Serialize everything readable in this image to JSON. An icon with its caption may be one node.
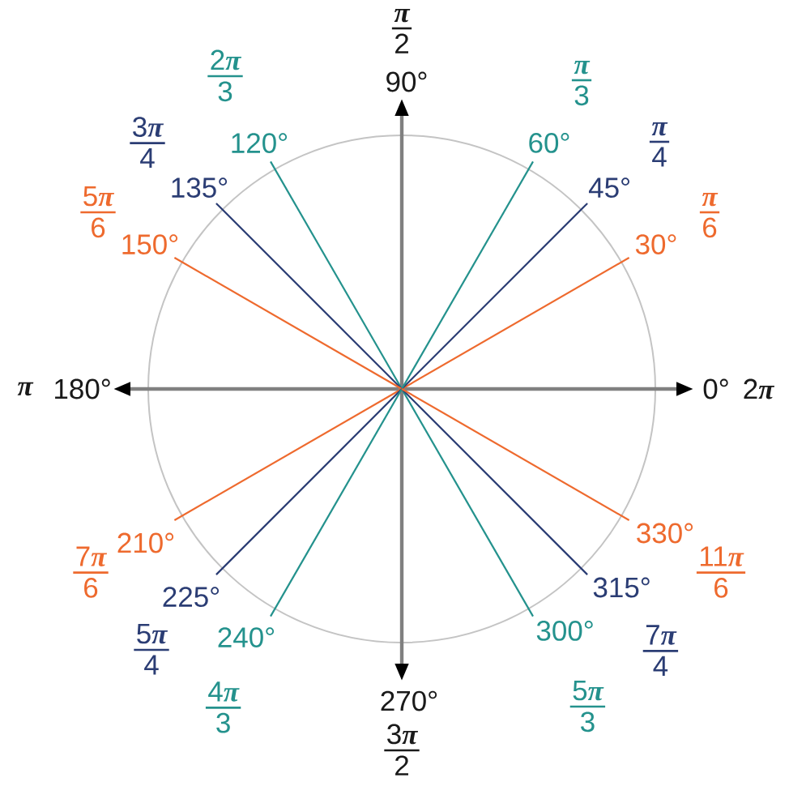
{
  "diagram": {
    "labels": [
      "π",
      "2",
      "2π",
      "3",
      "90°",
      "π",
      "3",
      "3π",
      "4",
      "120°",
      "60°",
      "π",
      "4",
      "135°",
      "45°",
      "5π",
      "6",
      "π",
      "6",
      "150°",
      "30°",
      "π",
      "180°",
      "0°",
      "2π",
      "210°",
      "330°",
      "7π",
      "6",
      "11π",
      "6",
      "225°",
      "315°",
      "5π",
      "4",
      "240°",
      "300°",
      "7π",
      "4",
      "4π",
      "3",
      "270°",
      "5π",
      "3",
      "3π",
      "2"
    ]
  }
}
